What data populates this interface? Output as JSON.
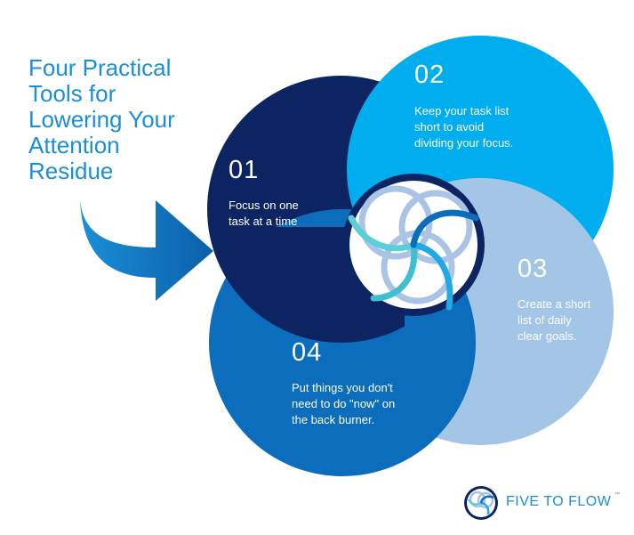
{
  "title_lines": [
    "Four Practical",
    "Tools for",
    "Lowering Your",
    "Attention",
    "Residue"
  ],
  "steps": [
    {
      "number": "01",
      "text_lines": [
        "Focus on one",
        "task at a time"
      ]
    },
    {
      "number": "02",
      "text_lines": [
        "Keep your task list",
        "short to avoid",
        "dividing your focus."
      ]
    },
    {
      "number": "03",
      "text_lines": [
        "Create a short",
        "list of daily",
        "clear goals."
      ]
    },
    {
      "number": "04",
      "text_lines": [
        "Put things you don't",
        "need to do \"now\" on",
        "the back burner."
      ]
    }
  ],
  "brand": {
    "name": "FIVE TO FLOW",
    "trademark": "™"
  },
  "colors": {
    "step1": "#0c2461",
    "step2": "#00aeef",
    "step3": "#a3c6e6",
    "step4": "#0b6dbb",
    "title": "#1b8fd6",
    "arrow": "#0b6dbb"
  }
}
